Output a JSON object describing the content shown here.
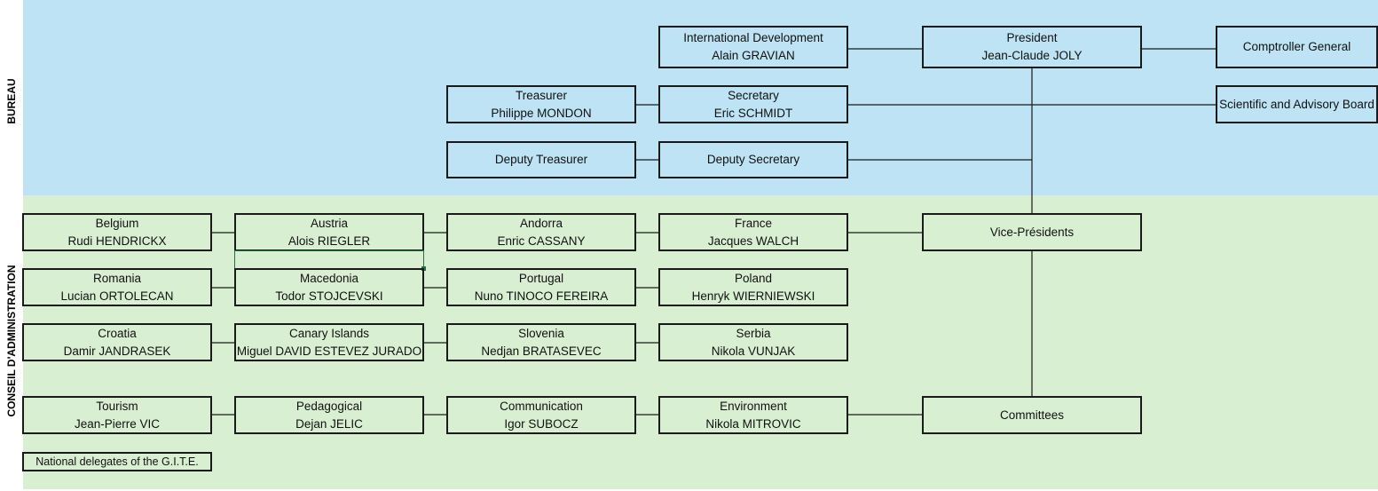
{
  "colors": {
    "bureau_band": "#bde3f4",
    "ca_band": "#d9efd2",
    "line": "#1a1a1a",
    "selection": "#217346"
  },
  "sections": {
    "bureau": "BUREAU",
    "conseil": "CONSEIL D'ADMINISTRATION"
  },
  "nodes": {
    "intl_dev": {
      "title": "International Development",
      "name": "Alain GRAVIAN"
    },
    "president": {
      "title": "President",
      "name": "Jean-Claude JOLY"
    },
    "comptroller": {
      "title": "Comptroller General"
    },
    "treasurer": {
      "title": "Treasurer",
      "name": "Philippe MONDON"
    },
    "secretary": {
      "title": "Secretary",
      "name": "Eric SCHMIDT"
    },
    "scientific": {
      "title": "Scientific and Advisory Board"
    },
    "deputy_treasurer": {
      "title": "Deputy Treasurer"
    },
    "deputy_secretary": {
      "title": "Deputy Secretary"
    },
    "belgium": {
      "title": "Belgium",
      "name": "Rudi HENDRICKX"
    },
    "austria": {
      "title": "Austria",
      "name": "Alois RIEGLER"
    },
    "andorra": {
      "title": "Andorra",
      "name": "Enric CASSANY"
    },
    "france": {
      "title": "France",
      "name": "Jacques WALCH"
    },
    "vice_presidents": {
      "title": "Vice-Présidents"
    },
    "romania": {
      "title": "Romania",
      "name": "Lucian ORTOLECAN"
    },
    "macedonia": {
      "title": "Macedonia",
      "name": "Todor STOJCEVSKI"
    },
    "portugal": {
      "title": "Portugal",
      "name": "Nuno TINOCO FEREIRA"
    },
    "poland": {
      "title": "Poland",
      "name": "Henryk WIERNIEWSKI"
    },
    "croatia": {
      "title": "Croatia",
      "name": "Damir JANDRASEK"
    },
    "canary": {
      "title": "Canary Islands",
      "name": "Miguel DAVID ESTEVEZ JURADO"
    },
    "slovenia": {
      "title": "Slovenia",
      "name": "Nedjan BRATASEVEC"
    },
    "serbia": {
      "title": "Serbia",
      "name": "Nikola VUNJAK"
    },
    "tourism": {
      "title": "Tourism",
      "name": "Jean-Pierre VIC"
    },
    "pedagogical": {
      "title": "Pedagogical",
      "name": "Dejan JELIC"
    },
    "communication": {
      "title": "Communication",
      "name": "Igor SUBOCZ"
    },
    "environment": {
      "title": "Environment",
      "name": "Nikola MITROVIC"
    },
    "committees": {
      "title": "Committees"
    },
    "national_delegates": {
      "title": "National delegates of the G.I.T.E."
    }
  }
}
